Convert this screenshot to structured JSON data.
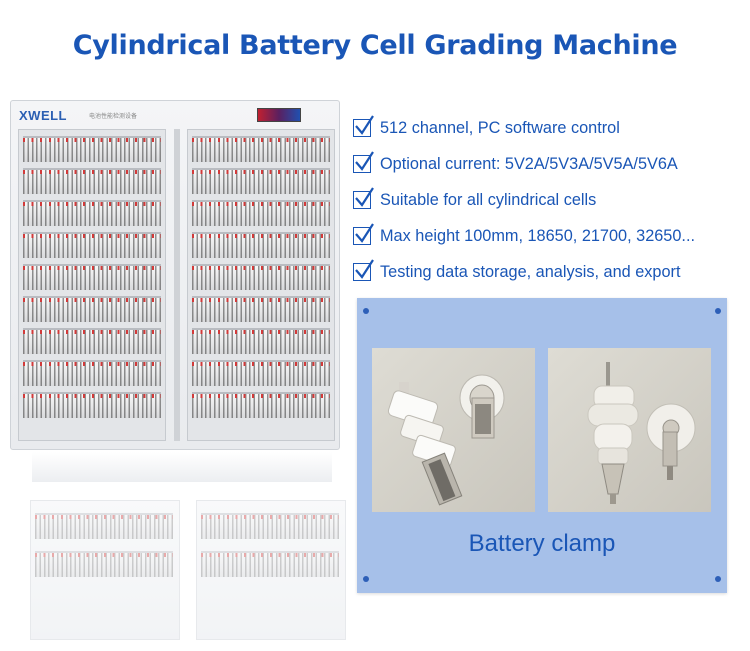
{
  "title": "Cylindrical Battery Cell Grading Machine",
  "machine": {
    "brand": "XWELL",
    "sublabel": "电池性能检测设备"
  },
  "features": [
    "512 channel, PC software control",
    "Optional current: 5V2A/5V3A/5V5A/5V6A",
    "Suitable for all cylindrical cells",
    "Max height 100mm, 18650, 21700, 32650...",
    "Testing data storage, analysis, and export"
  ],
  "clamp": {
    "label": "Battery clamp"
  },
  "colors": {
    "accent": "#1a56b6",
    "panel_bg": "#a6c0e9"
  }
}
